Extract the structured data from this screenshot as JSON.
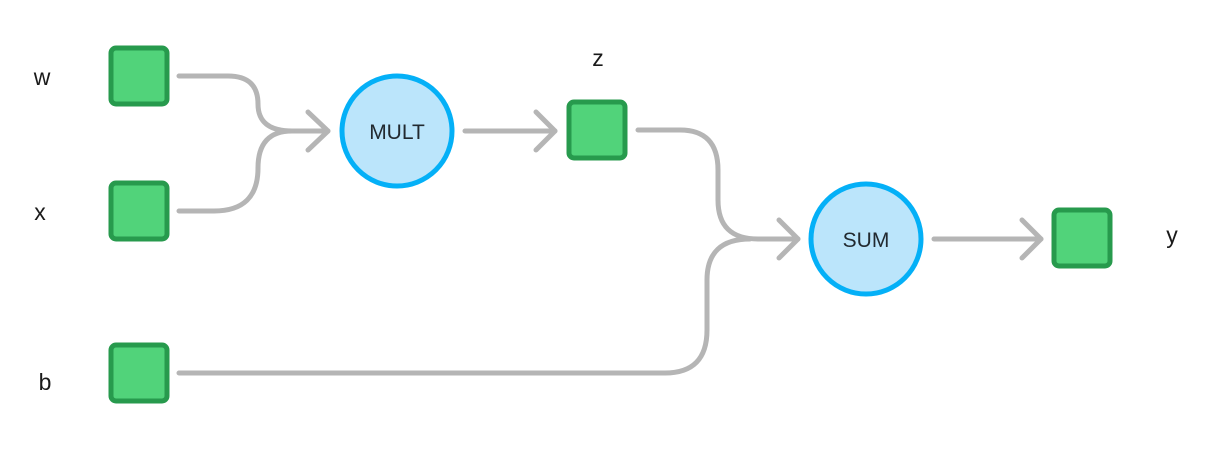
{
  "colors": {
    "variable_fill": "#51d37a",
    "variable_stroke": "#279a4d",
    "op_fill": "#bbe5fb",
    "op_stroke": "#04b0f7",
    "edge": "#b5b5b5"
  },
  "variables": {
    "w": "w",
    "x": "x",
    "b": "b",
    "z": "z",
    "y": "y"
  },
  "operations": {
    "mult": "MULT",
    "sum": "SUM"
  }
}
